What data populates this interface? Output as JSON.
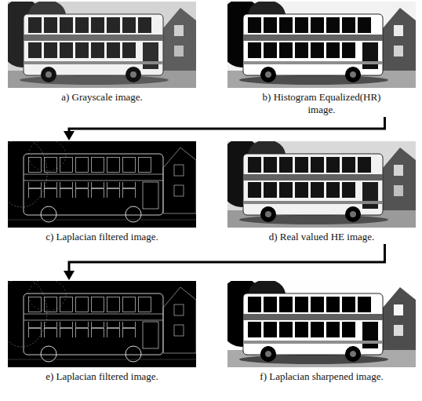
{
  "diagram": {
    "nodes": [
      {
        "text": [
          "a) Grayscale image."
        ]
      },
      {
        "text": [
          "b) Histogram Equalized(HR) image."
        ]
      },
      {
        "text": [
          "c) Laplacian filtered image."
        ]
      },
      {
        "text": [
          "d) Real valued HE image."
        ]
      },
      {
        "text": [
          "e) Laplacian filtered image."
        ]
      },
      {
        "text": [
          "f) Laplacian sharpened image."
        ]
      }
    ],
    "edges": [
      {
        "from": 1,
        "to": 2,
        "arrow": "to"
      },
      {
        "from": 3,
        "to": 4,
        "arrow": "to"
      }
    ]
  }
}
